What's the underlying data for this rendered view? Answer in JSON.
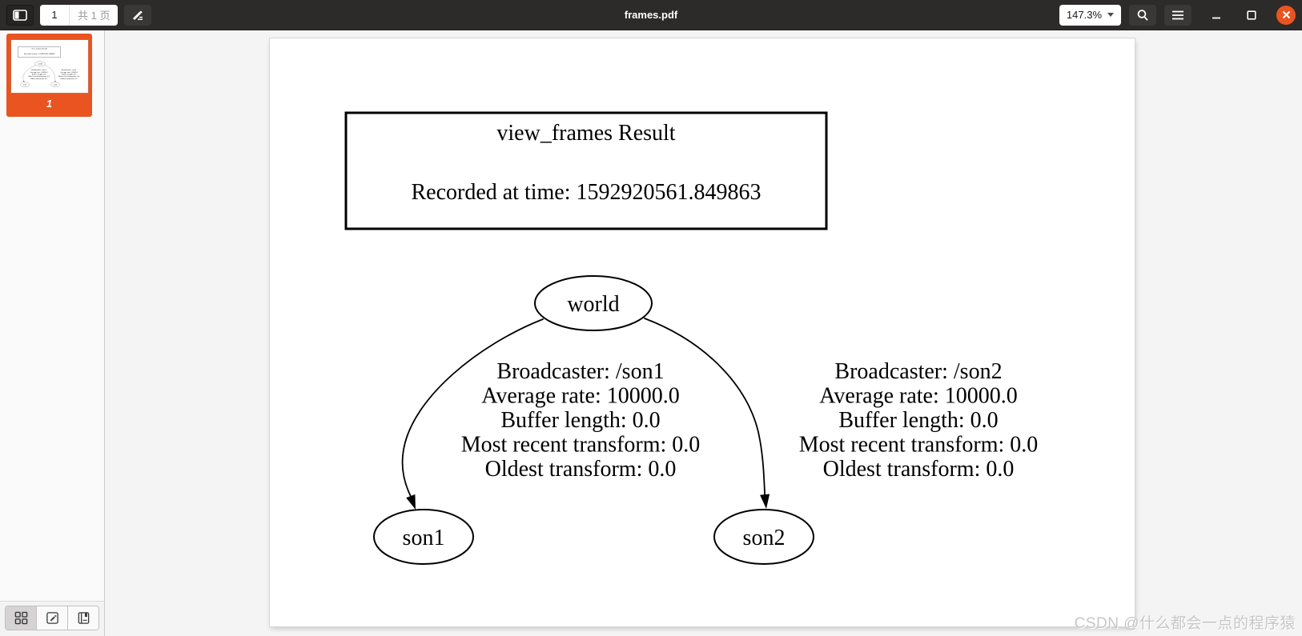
{
  "window": {
    "title": "frames.pdf",
    "page_input": "1",
    "page_total_label": "共 1 页",
    "zoom_level": "147.3%"
  },
  "sidebar": {
    "thumbnail_page_number": "1"
  },
  "pdf": {
    "title_box": {
      "line1": "view_frames Result",
      "line2": "Recorded at time: 1592920561.849863"
    },
    "nodes": [
      {
        "id": "world",
        "label": "world"
      },
      {
        "id": "son1",
        "label": "son1"
      },
      {
        "id": "son2",
        "label": "son2"
      }
    ],
    "edges": [
      {
        "from": "world",
        "to": "son1",
        "lines": [
          "Broadcaster: /son1",
          "Average rate: 10000.0",
          "Buffer length: 0.0",
          "Most recent transform: 0.0",
          "Oldest transform: 0.0"
        ]
      },
      {
        "from": "world",
        "to": "son2",
        "lines": [
          "Broadcaster: /son2",
          "Average rate: 10000.0",
          "Buffer length: 0.0",
          "Most recent transform: 0.0",
          "Oldest transform: 0.0"
        ]
      }
    ]
  },
  "watermark": "CSDN @什么都会一点的程序猿",
  "icons": {
    "sidebar_toggle": "dual-pane",
    "annotate": "pen",
    "search": "magnifier",
    "menu": "hamburger",
    "minimize": "dash",
    "maximize": "square",
    "close": "orange-circle-x",
    "thumbnails_mode": "grid",
    "annotations_mode": "note-pen",
    "bookmarks_mode": "book"
  },
  "colors": {
    "accent": "#E95420",
    "header_bg": "#2d2a2a",
    "page_bg": "#ffffff",
    "canvas_bg": "#f5f4f4"
  }
}
